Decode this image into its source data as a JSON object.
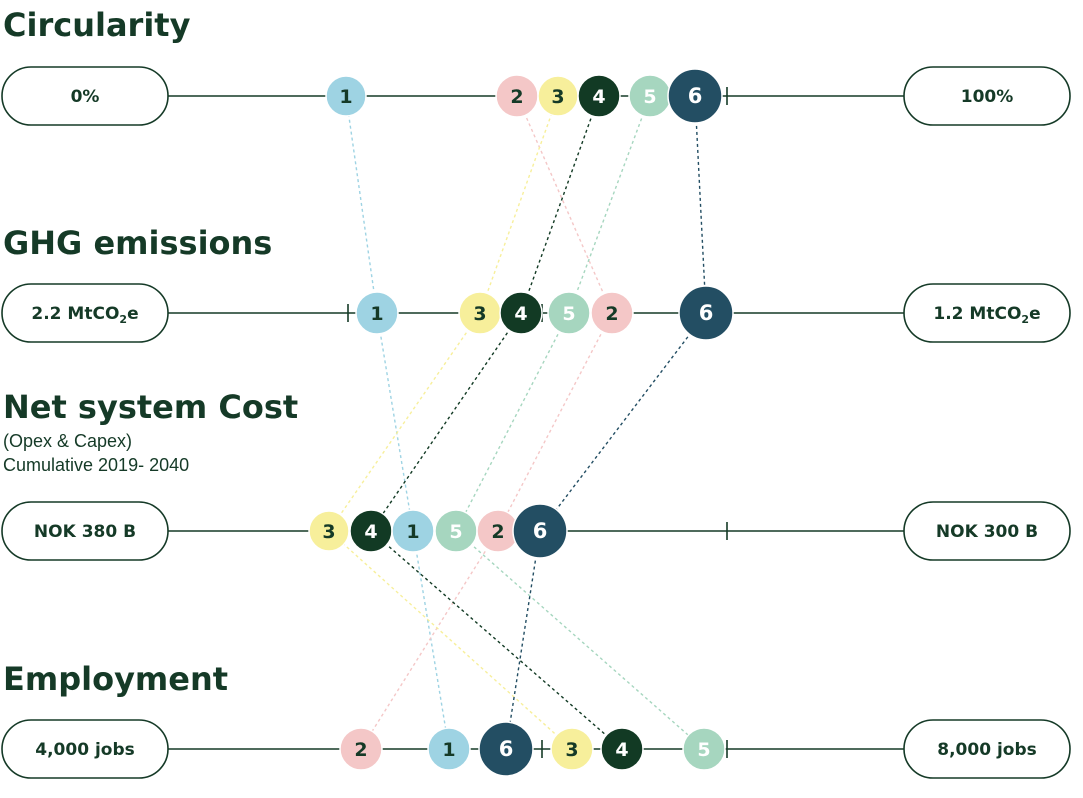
{
  "colors": {
    "ink": "#153a27",
    "1": "#9ed3e3",
    "2": "#f4c7c7",
    "3": "#f7ef9b",
    "4": "#123a24",
    "5": "#a6d6bf",
    "6": "#234e63"
  },
  "text_colors": {
    "1": "#153a27",
    "2": "#153a27",
    "3": "#153a27",
    "4": "#ffffff",
    "5": "#ffffff",
    "6": "#ffffff"
  },
  "rows": [
    {
      "id": "circularity",
      "title": "Circularity",
      "subtitle": [],
      "left_label": "0%",
      "right_label": "100%",
      "nodes": [
        "1",
        "2",
        "3",
        "4",
        "5",
        "6"
      ]
    },
    {
      "id": "ghg",
      "title": "GHG emissions",
      "subtitle": [],
      "left_label": "2.2 MtCO",
      "left_label_sub": "2",
      "left_label_suffix": "e",
      "right_label": "1.2 MtCO",
      "right_label_sub": "2",
      "right_label_suffix": "e",
      "nodes": [
        "1",
        "3",
        "4",
        "5",
        "2",
        "6"
      ]
    },
    {
      "id": "cost",
      "title": "Net system Cost",
      "subtitle": [
        "(Opex & Capex)",
        "Cumulative 2019- 2040"
      ],
      "left_label": "NOK 380 B",
      "right_label": "NOK 300 B",
      "nodes": [
        "3",
        "4",
        "1",
        "5",
        "2",
        "6"
      ]
    },
    {
      "id": "employment",
      "title": "Employment",
      "subtitle": [],
      "left_label": "4,000 jobs",
      "right_label": "8,000 jobs",
      "nodes": [
        "2",
        "1",
        "6",
        "3",
        "4",
        "5"
      ]
    }
  ]
}
